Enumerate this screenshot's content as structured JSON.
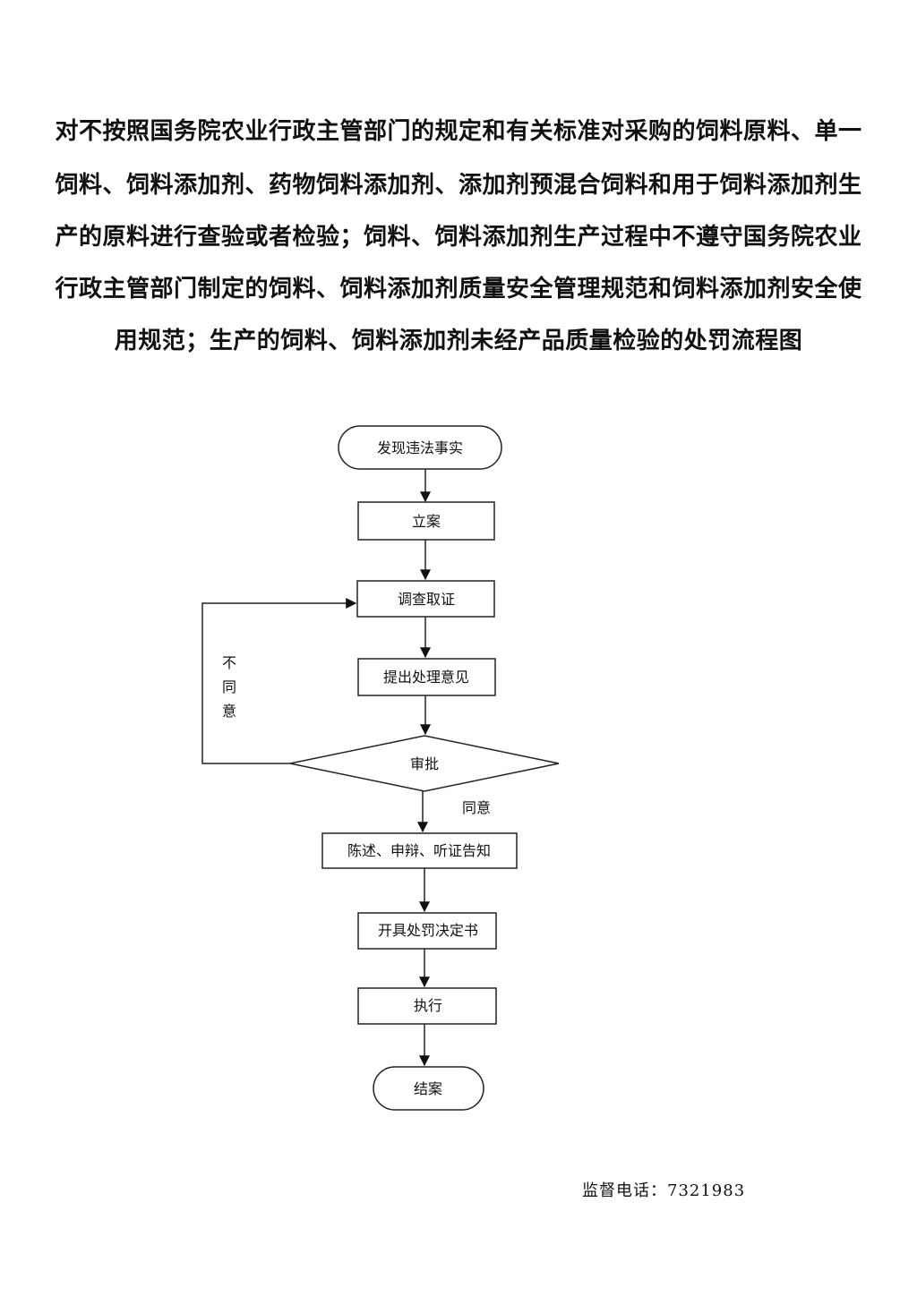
{
  "title": {
    "lines": [
      "对不按照国务院农业行政主管部门的规定和有关标准对采购的饲料原料、单一",
      "饲料、饲料添加剂、药物饲料添加剂、添加剂预混合饲料和用于饲料添加剂生",
      "产的原料进行查验或者检验；饲料、饲料添加剂生产过程中不遵守国务院农业",
      "行政主管部门制定的饲料、饲料添加剂质量安全管理规范和饲料添加剂安全使",
      "用规范；生产的饲料、饲料添加剂未经产品质量检验的处罚流程图"
    ]
  },
  "flowchart": {
    "nodes": {
      "start": "发现违法事实",
      "register": "立案",
      "investigate": "调查取证",
      "opinion": "提出处理意见",
      "approve": "审批",
      "notify": "陈述、申辩、听证告知",
      "decision": "开具处罚决定书",
      "execute": "执行",
      "end": "结案"
    },
    "branches": {
      "disagree": [
        "不",
        "同",
        "意"
      ],
      "agree": "同意"
    }
  },
  "footer": {
    "hotline": "监督电话：7321983"
  }
}
